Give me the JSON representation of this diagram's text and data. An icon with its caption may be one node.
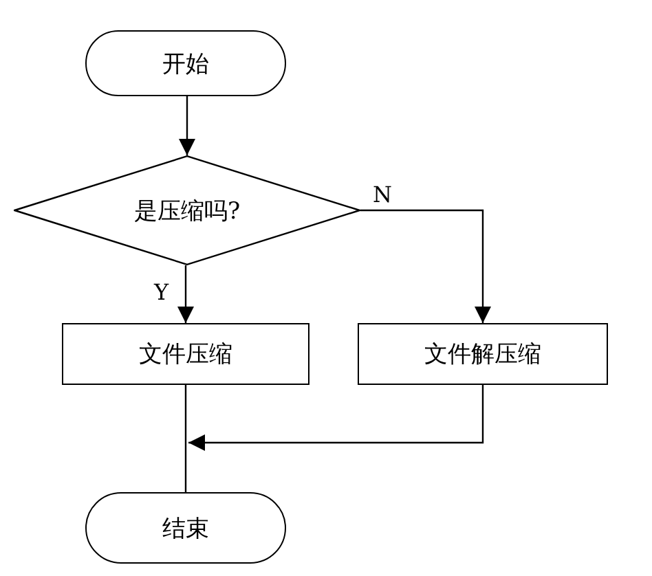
{
  "diagram": {
    "nodes": [
      {
        "text": [
          "开始"
        ]
      },
      {
        "text": [
          "是压缩吗?"
        ]
      },
      {
        "text": [
          "文件压缩"
        ]
      },
      {
        "text": [
          "文件解压缩"
        ]
      },
      {
        "text": [
          "结束"
        ]
      }
    ],
    "edges": [
      {
        "from": 0,
        "to": 1,
        "arrow": "to"
      },
      {
        "from": 1,
        "to": 2,
        "arrow": "to",
        "label": "Y"
      },
      {
        "from": 1,
        "to": 3,
        "arrow": "to",
        "label": "N"
      },
      {
        "from": 2,
        "to": 4,
        "arrow": "none"
      },
      {
        "from": 3,
        "to": 4,
        "arrow": "to"
      }
    ]
  }
}
